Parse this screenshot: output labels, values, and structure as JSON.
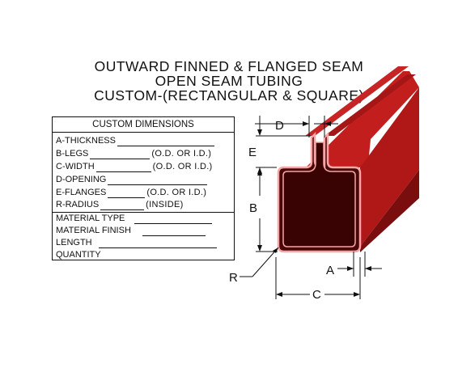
{
  "title": {
    "line1": "OUTWARD FINNED & FLANGED SEAM",
    "line2": "OPEN SEAM TUBING",
    "line3": "CUSTOM-(RECTANGULAR & SQUARE)"
  },
  "spec_table": {
    "header": "CUSTOM DIMENSIONS",
    "dimension_rows": [
      {
        "label": "A-THICKNESS",
        "hint": ""
      },
      {
        "label": "B-LEGS",
        "hint": "(O.D. OR I.D.)"
      },
      {
        "label": "C-WIDTH",
        "hint": "(O.D. OR I.D.)"
      },
      {
        "label": "D-OPENING",
        "hint": ""
      },
      {
        "label": "E-FLANGES",
        "hint": "(O.D. OR I.D.)"
      },
      {
        "label": "R-RADIUS",
        "hint": "(INSIDE)"
      }
    ],
    "material_rows": [
      {
        "label": "MATERIAL TYPE"
      },
      {
        "label": "MATERIAL FINISH"
      },
      {
        "label": "LENGTH"
      },
      {
        "label": "QUANTITY"
      }
    ]
  },
  "dimension_labels": {
    "a": "A",
    "b": "B",
    "c": "C",
    "d": "D",
    "e": "E",
    "r": "R"
  },
  "colors": {
    "tube_face": "#4a0707",
    "tube_side": "#b01818",
    "tube_top": "#c21e1e",
    "tube_edge": "#f6a6a6"
  }
}
